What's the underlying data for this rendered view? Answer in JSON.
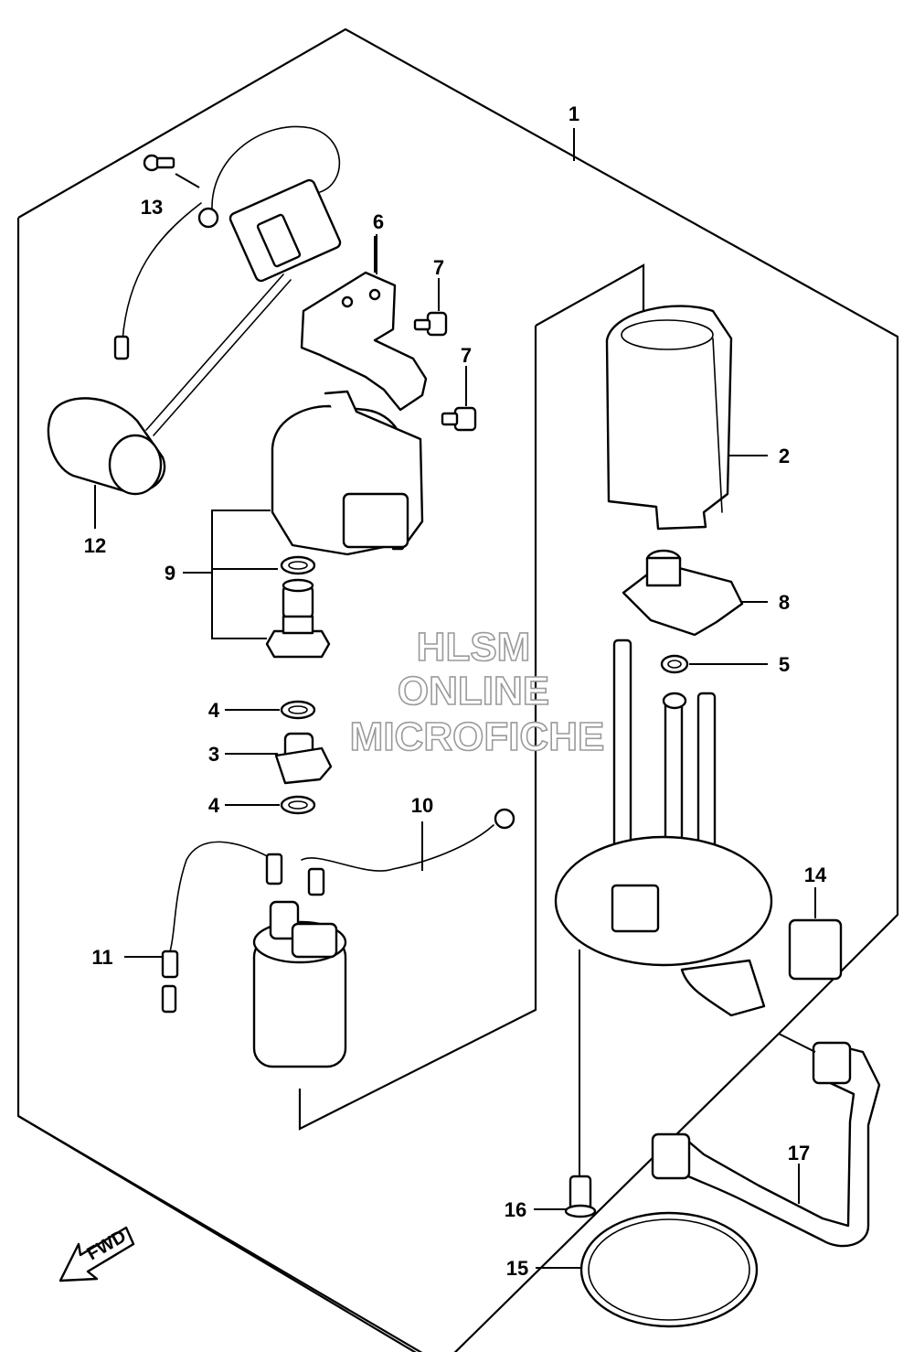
{
  "callouts": {
    "c1": "1",
    "c2": "2",
    "c3": "3",
    "c4a": "4",
    "c4b": "4",
    "c5": "5",
    "c6": "6",
    "c7a": "7",
    "c7b": "7",
    "c8": "8",
    "c9": "9",
    "c10": "10",
    "c11": "11",
    "c12": "12",
    "c13": "13",
    "c14": "14",
    "c15": "15",
    "c16": "16",
    "c17": "17"
  },
  "watermark": {
    "line1": "HLSM",
    "line2": "ONLINE",
    "line3": "MICROFICHE"
  },
  "fwd_label": "FWD"
}
